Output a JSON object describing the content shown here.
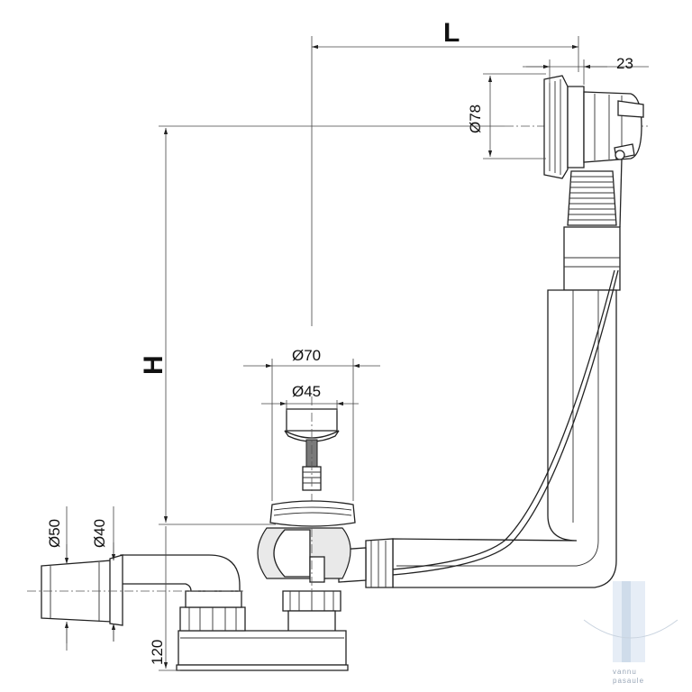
{
  "dimensions": {
    "length": "L",
    "height": "H",
    "overflow_offset": "23",
    "overflow_diameter": "Ø78",
    "drain_outer_diameter": "Ø70",
    "drain_inner_diameter": "Ø45",
    "outlet_outer_diameter": "Ø50",
    "outlet_inner_diameter": "Ø40",
    "trap_height": "120"
  },
  "watermark": {
    "line1": "vannu",
    "line2": "pasaule"
  },
  "colors": {
    "line": "#222222",
    "watermark": "#9aa7b8"
  }
}
